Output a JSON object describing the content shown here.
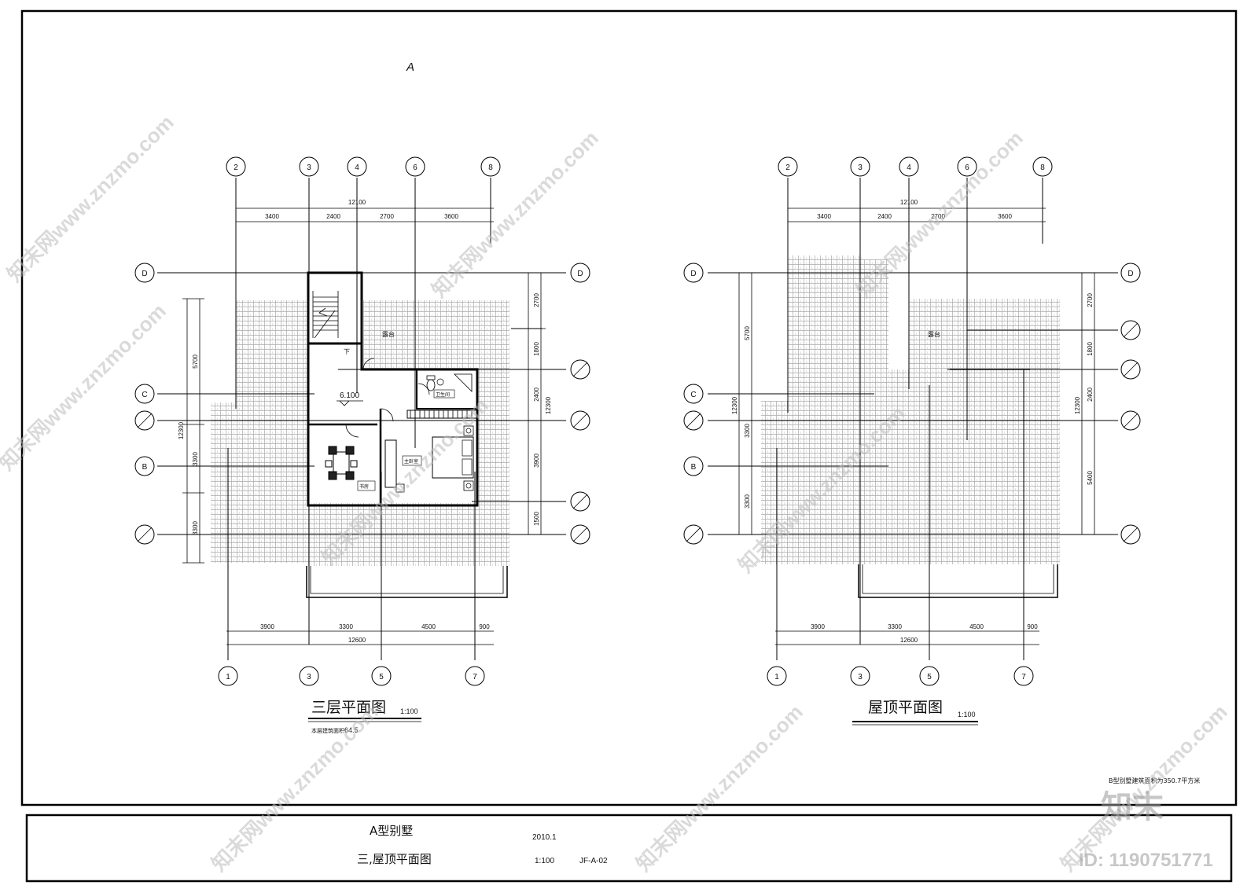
{
  "sheet": {
    "top_letter": "A",
    "note_right": "B型别墅建筑面积为350.7平方米",
    "title_block": {
      "project": "A型别墅",
      "drawing": "三,屋顶平面图",
      "date": "2010.1",
      "scale": "1:100",
      "number": "JF-A-02"
    }
  },
  "plans": [
    {
      "title": "三层平面图",
      "scale": "1:100",
      "area_note_label": "本层建筑面积",
      "area_note_value": "64.5",
      "elevation": "6.100",
      "labels": {
        "terrace": "露台",
        "down": "下",
        "bath": "卫生间",
        "master": "主卧室",
        "study": "书房"
      }
    },
    {
      "title": "屋顶平面图",
      "scale": "1:100",
      "labels": {
        "terrace": "露台"
      }
    }
  ],
  "dims": {
    "top_parts": [
      "3400",
      "2400",
      "2700",
      "3600"
    ],
    "top_total": "12100",
    "bottom_parts": [
      "3900",
      "3300",
      "4500",
      "900"
    ],
    "bottom_total": "12600",
    "left_parts_a": [
      "5700",
      "3300",
      "3300"
    ],
    "left_parts_b": [
      "5700",
      "3300",
      "3300"
    ],
    "left_total": "12300",
    "right_parts_a": [
      "2700",
      "1800",
      "2400",
      "3900",
      "1500"
    ],
    "right_parts_b": [
      "2700",
      "1800",
      "2400",
      "5400"
    ],
    "right_total": "12300"
  },
  "axes": {
    "top": [
      "2",
      "3",
      "4",
      "6",
      "8"
    ],
    "bottom": [
      "1",
      "3",
      "5",
      "7"
    ],
    "left_a": [
      "D",
      "C",
      "B"
    ],
    "left_b": [
      "D",
      "C",
      "B"
    ],
    "right_a": [
      "D"
    ],
    "right_b": [
      "D"
    ]
  },
  "watermark": {
    "text": "知末网www.znzmo.com",
    "brand": "知末",
    "id": "ID: 1190751771"
  }
}
